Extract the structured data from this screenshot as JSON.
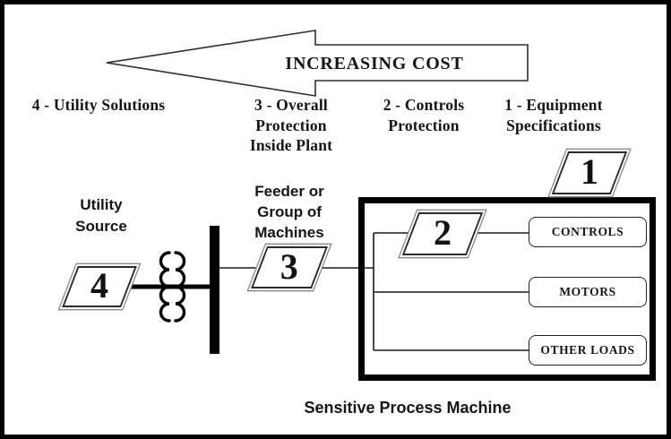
{
  "colors": {
    "ink": "#111111",
    "paper": "#ffffff"
  },
  "cost_arrow": {
    "label": "INCREASING COST",
    "direction": "left"
  },
  "levels": [
    {
      "num": "1",
      "label": "1 - Equipment\nSpecifications"
    },
    {
      "num": "2",
      "label": "2 - Controls\nProtection"
    },
    {
      "num": "3",
      "label": "3 - Overall\nProtection\nInside Plant"
    },
    {
      "num": "4",
      "label": "4 - Utility Solutions"
    }
  ],
  "diagram": {
    "utility_source_label": "Utility\nSource",
    "feeder_label": "Feeder or\nGroup of\nMachines",
    "machine_label": "Sensitive Process Machine",
    "loads": [
      "CONTROLS",
      "MOTORS",
      "OTHER LOADS"
    ]
  }
}
